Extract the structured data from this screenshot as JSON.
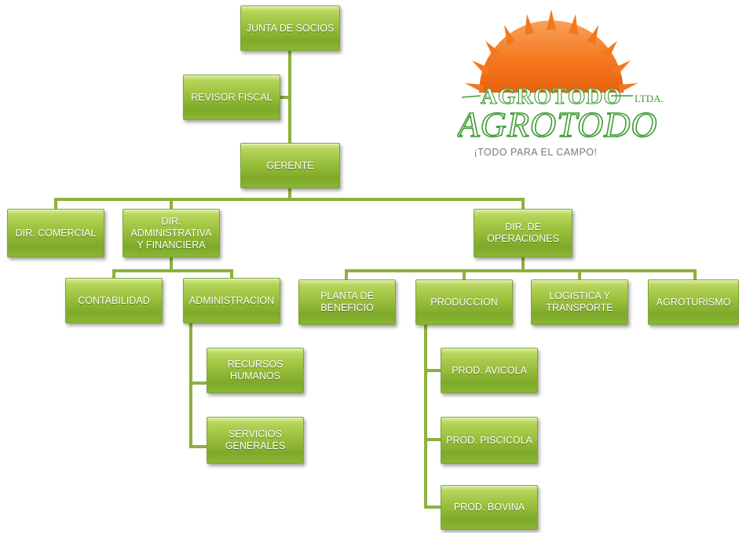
{
  "org_chart": {
    "nodes": {
      "junta": "JUNTA DE SOCIOS",
      "revisor": "REVISOR FISCAL",
      "gerente": "GERENTE",
      "dir_comercial": "DIR. COMERCIAL",
      "dir_admin": "DIR.\nADMINISTRATIVA\nY FINANCIERA",
      "dir_operaciones": "DIR. DE\nOPERACIONES",
      "contabilidad": "CONTABILIDAD",
      "administracion": "ADMINISTRACION",
      "recursos_humanos": "RECURSOS\nHUMANOS",
      "servicios_generales": "SERVICIOS\nGENERALES",
      "planta_beneficio": "PLANTA DE\nBENEFICIO",
      "produccion": "PRODUCCION",
      "logistica": "LOGISTICA Y\nTRANSPORTE",
      "agroturismo": "AGROTURISMO",
      "prod_avicola": "PROD. AVICOLA",
      "prod_piscicola": "PROD. PISCICOLA",
      "prod_bovina": "PROD. BOVINA"
    },
    "edges": [
      [
        "junta",
        "gerente"
      ],
      [
        "revisor",
        "junta-gerente-line"
      ],
      [
        "gerente",
        "dir_comercial"
      ],
      [
        "gerente",
        "dir_admin"
      ],
      [
        "gerente",
        "dir_operaciones"
      ],
      [
        "dir_admin",
        "contabilidad"
      ],
      [
        "dir_admin",
        "administracion"
      ],
      [
        "administracion",
        "recursos_humanos"
      ],
      [
        "administracion",
        "servicios_generales"
      ],
      [
        "dir_operaciones",
        "planta_beneficio"
      ],
      [
        "dir_operaciones",
        "produccion"
      ],
      [
        "dir_operaciones",
        "logistica"
      ],
      [
        "dir_operaciones",
        "agroturismo"
      ],
      [
        "produccion",
        "prod_avicola"
      ],
      [
        "produccion",
        "prod_piscicola"
      ],
      [
        "produccion",
        "prod_bovina"
      ]
    ]
  },
  "logo": {
    "wordmark_top": "AGROTODO",
    "suffix": "LTDA.",
    "wordmark_script": "AGROTODO",
    "tagline": "¡TODO PARA EL CAMPO!",
    "colors": {
      "sun": "#f4771e",
      "green": "#3f9c35",
      "tagline": "#7a7a7a"
    }
  },
  "colors": {
    "box_green": "#97be3a",
    "connector": "#8db13c"
  }
}
